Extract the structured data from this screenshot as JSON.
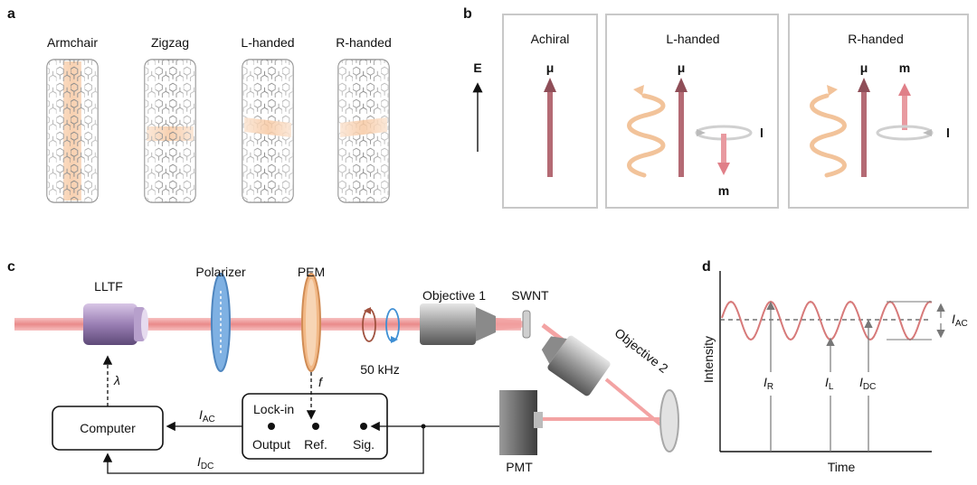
{
  "panels": {
    "a": {
      "letter": "a",
      "tubes": [
        "Armchair",
        "Zigzag",
        "L-handed",
        "R-handed"
      ]
    },
    "b": {
      "letter": "b",
      "field": "E",
      "mu": "μ",
      "m": "m",
      "l": "l",
      "boxes": [
        "Achiral",
        "L-handed",
        "R-handed"
      ]
    },
    "c": {
      "letter": "c",
      "lltf": "LLTF",
      "polarizer": "Polarizer",
      "pem": "PEM",
      "obj1": "Objective 1",
      "swnt": "SWNT",
      "obj2": "Objective 2",
      "freq": "50 kHz",
      "lambda": "λ",
      "f": "f",
      "computer": "Computer",
      "lockin": "Lock-in",
      "output": "Output",
      "ref": "Ref.",
      "sig": "Sig.",
      "iac_main": "I",
      "iac_sub": "AC",
      "idc_main": "I",
      "idc_sub": "DC",
      "pmt": "PMT"
    },
    "d": {
      "letter": "d",
      "ylabel": "Intensity",
      "xlabel": "Time",
      "ir": [
        "I",
        "R"
      ],
      "il": [
        "I",
        "L"
      ],
      "idc": [
        "I",
        "DC"
      ],
      "iac": [
        "I",
        "AC"
      ]
    }
  },
  "colors": {
    "peach": "#f7c9a3",
    "beam": "#f3a3a3",
    "arrow": "#b46a74",
    "wave": "#d77a7a",
    "blue": "#3f8fd4",
    "brown": "#a0523f"
  }
}
